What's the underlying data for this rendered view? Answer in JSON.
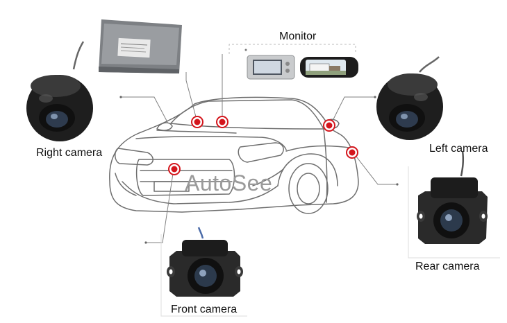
{
  "labels": {
    "monitor": "Monitor",
    "right_camera": "Right camera",
    "left_camera": "Left camera",
    "rear_camera": "Rear camera",
    "front_camera": "Front camera"
  },
  "watermark": "AutoSee",
  "colors": {
    "marker": "#d4151c",
    "leader_line": "#808080",
    "outline": "#6e6e6e",
    "camera_body": "#1d1d1d",
    "control_box": "#8a8d90"
  },
  "icons": [
    "car-outline",
    "control-box",
    "dashboard-head-unit",
    "mirror-monitor",
    "dome-camera",
    "bracket-camera",
    "marker-dot"
  ]
}
